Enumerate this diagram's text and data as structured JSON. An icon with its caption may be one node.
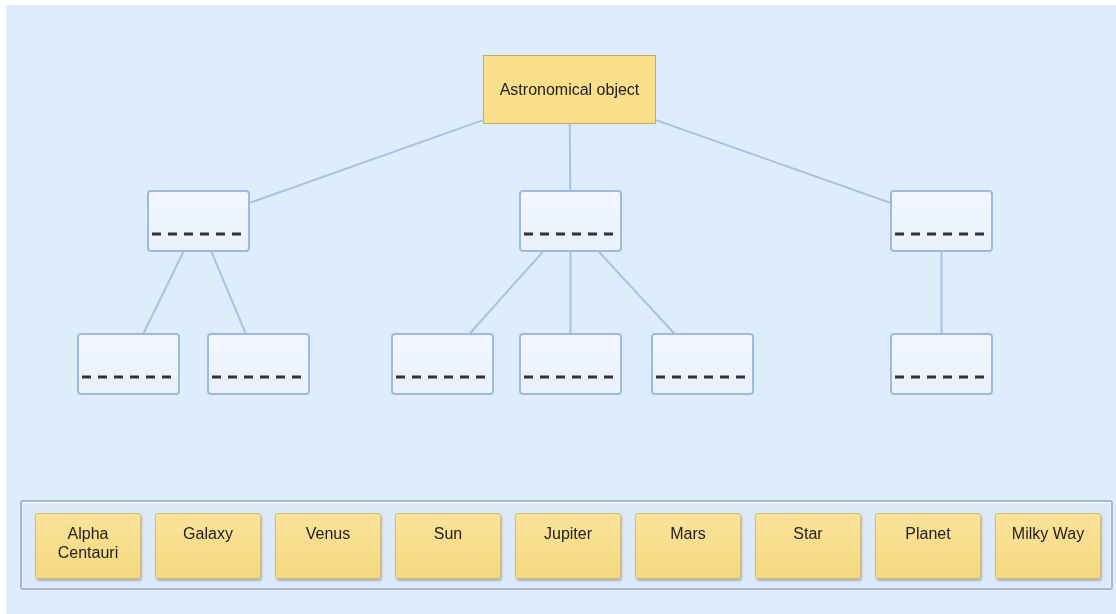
{
  "diagram": {
    "nodes": [
      {
        "text": [
          "Astronomical object"
        ]
      },
      {
        "text": [],
        "shape": "box"
      },
      {
        "text": [],
        "shape": "box"
      },
      {
        "text": [],
        "shape": "box"
      },
      {
        "text": [],
        "shape": "box"
      },
      {
        "text": [],
        "shape": "box"
      },
      {
        "text": [],
        "shape": "box"
      },
      {
        "text": [],
        "shape": "box"
      },
      {
        "text": [],
        "shape": "box"
      },
      {
        "text": [],
        "shape": "box"
      },
      {
        "text": [],
        "shape": "box"
      },
      {
        "text": [
          "Alpha Centauri"
        ],
        "in": 10
      },
      {
        "text": [
          "Galaxy"
        ],
        "in": 10
      },
      {
        "text": [
          "Venus"
        ],
        "in": 10
      },
      {
        "text": [
          "Sun"
        ],
        "in": 10
      },
      {
        "text": [
          "Jupiter"
        ],
        "in": 10
      },
      {
        "text": [
          "Mars"
        ],
        "in": 10
      },
      {
        "text": [
          "Star"
        ],
        "in": 10
      },
      {
        "text": [
          "Planet"
        ],
        "in": 10
      },
      {
        "text": [
          "Milky Way"
        ],
        "in": 10
      }
    ],
    "edges": [
      {
        "from": 0,
        "to": 1,
        "arrow": "none"
      },
      {
        "from": 0,
        "to": 2,
        "arrow": "none"
      },
      {
        "from": 0,
        "to": 3,
        "arrow": "none"
      },
      {
        "from": 1,
        "to": 4,
        "arrow": "none"
      },
      {
        "from": 1,
        "to": 5,
        "arrow": "none"
      },
      {
        "from": 2,
        "to": 6,
        "arrow": "none"
      },
      {
        "from": 2,
        "to": 7,
        "arrow": "none"
      },
      {
        "from": 2,
        "to": 8,
        "arrow": "none"
      },
      {
        "from": 3,
        "to": 9,
        "arrow": "none"
      }
    ]
  }
}
